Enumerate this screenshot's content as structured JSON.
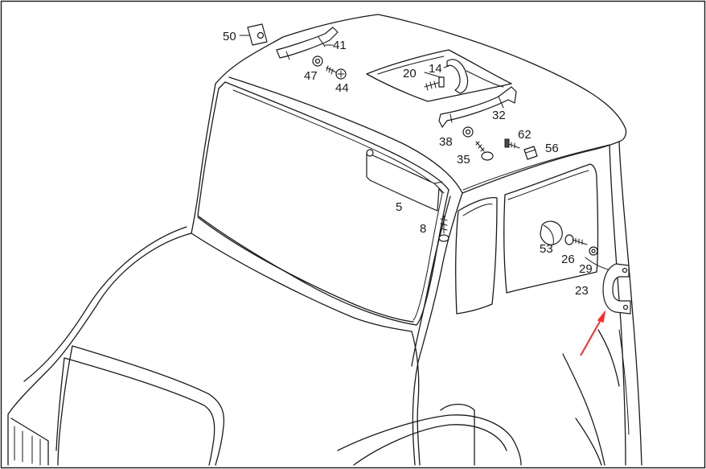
{
  "callouts": {
    "c50": "50",
    "c41": "41",
    "c47": "47",
    "c44": "44",
    "c20": "20",
    "c14": "14",
    "c32": "32",
    "c38": "38",
    "c35": "35",
    "c62": "62",
    "c56": "56",
    "c5": "5",
    "c8": "8",
    "c53": "53",
    "c26": "26",
    "c29": "29",
    "c23": "23"
  },
  "colors": {
    "line": "#1a1a1a",
    "background": "#ffffff",
    "arrow": "#ff2a2a"
  }
}
